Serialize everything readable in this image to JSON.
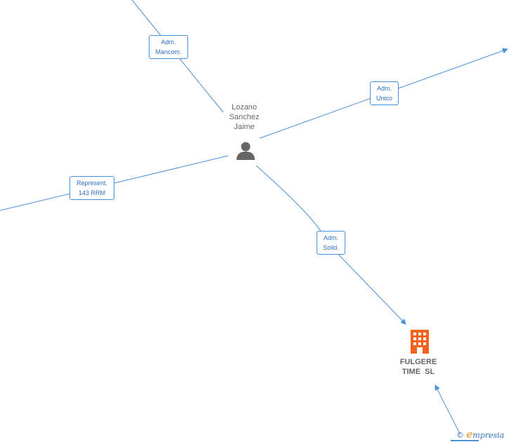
{
  "nodes": {
    "person": {
      "name_lines": [
        "Lozano",
        "Sanchez",
        "Jaime"
      ],
      "icon": "person-icon"
    },
    "company": {
      "name_lines": [
        "FULGERE",
        "TIME  SL"
      ],
      "icon": "building-icon",
      "color": "#f26322"
    }
  },
  "edges": [
    {
      "label_lines": [
        "Adm.",
        "Mancom."
      ]
    },
    {
      "label_lines": [
        "Adm.",
        "Unico"
      ]
    },
    {
      "label_lines": [
        "Represent.",
        "143 RRM"
      ]
    },
    {
      "label_lines": [
        "Adm.",
        "Solid."
      ]
    }
  ],
  "colors": {
    "edge": "#4a90d9",
    "person_icon": "#666666"
  },
  "watermark": {
    "copyright": "©",
    "initial": "e",
    "rest": "mpresia"
  }
}
